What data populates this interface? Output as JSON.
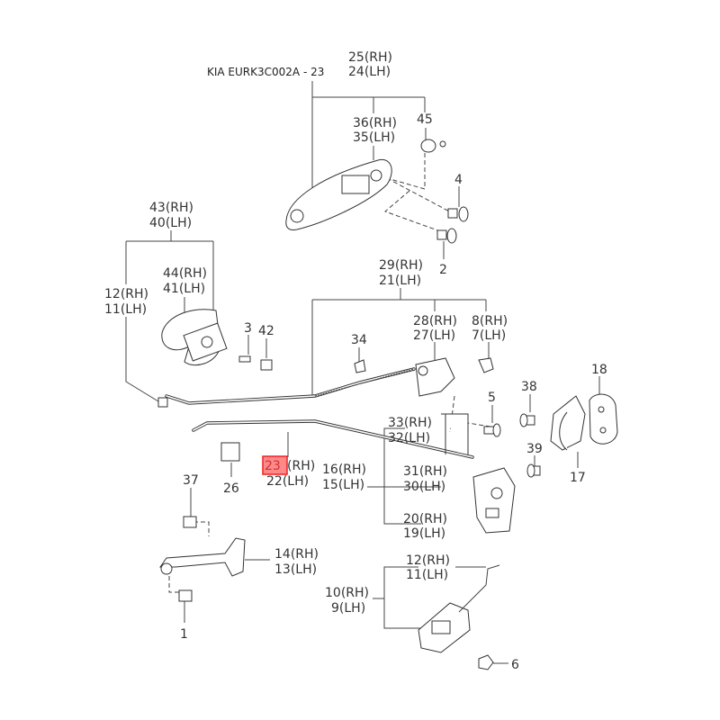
{
  "title": "KIA EURK3C002A - 23",
  "highlight_color": "#ff8080",
  "callouts": {
    "c25": {
      "rh": "25(RH)",
      "lh": "24(LH)"
    },
    "c36": {
      "rh": "36(RH)",
      "lh": "35(LH)"
    },
    "c45": "45",
    "c4": "4",
    "c2": "2",
    "c43": {
      "rh": "43(RH)",
      "lh": "40(LH)"
    },
    "c44": {
      "rh": "44(RH)",
      "lh": "41(LH)"
    },
    "c12a": {
      "rh": "12(RH)",
      "lh": "11(LH)"
    },
    "c3": "3",
    "c42": "42",
    "c29": {
      "rh": "29(RH)",
      "lh": "21(LH)"
    },
    "c28": {
      "rh": "28(RH)",
      "lh": "27(LH)"
    },
    "c8": {
      "rh": "8(RH)",
      "lh": "7(LH)"
    },
    "c34": "34",
    "c5": "5",
    "c38": "38",
    "c18": "18",
    "c33": {
      "rh": "33(RH)",
      "lh": "32(LH)"
    },
    "c39": "39",
    "c17": "17",
    "c23": {
      "num": "23",
      "rh_suffix": "(RH)",
      "lh": "22(LH)"
    },
    "c16": {
      "rh": "16(RH)",
      "lh": "15(LH)"
    },
    "c31": {
      "rh": "31(RH)",
      "lh": "30(LH)"
    },
    "c26": "26",
    "c37": "37",
    "c20": {
      "rh": "20(RH)",
      "lh": "19(LH)"
    },
    "c14": {
      "rh": "14(RH)",
      "lh": "13(LH)"
    },
    "c12b": {
      "rh": "12(RH)",
      "lh": "11(LH)"
    },
    "c10": {
      "rh": "10(RH)",
      "lh": "9(LH)"
    },
    "c1": "1",
    "c6": "6"
  }
}
